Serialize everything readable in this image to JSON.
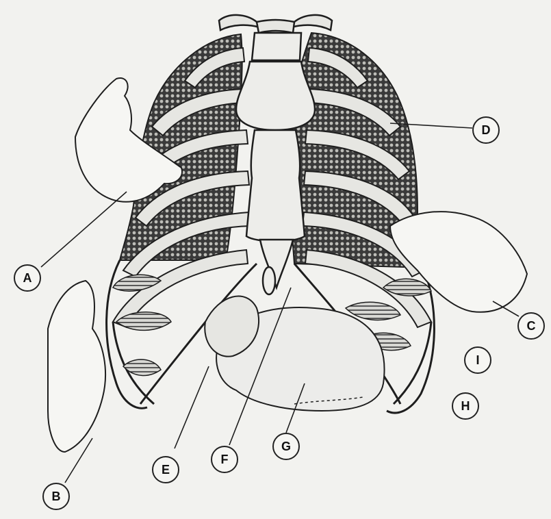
{
  "labels": {
    "a": "A",
    "b": "B",
    "c": "C",
    "d": "D",
    "e": "E",
    "f": "F",
    "g": "G",
    "h": "H",
    "i": "I"
  },
  "colors": {
    "ink": "#1e1e1e",
    "background": "#f2f2ef",
    "lung_tone": "#4a4a4a"
  }
}
